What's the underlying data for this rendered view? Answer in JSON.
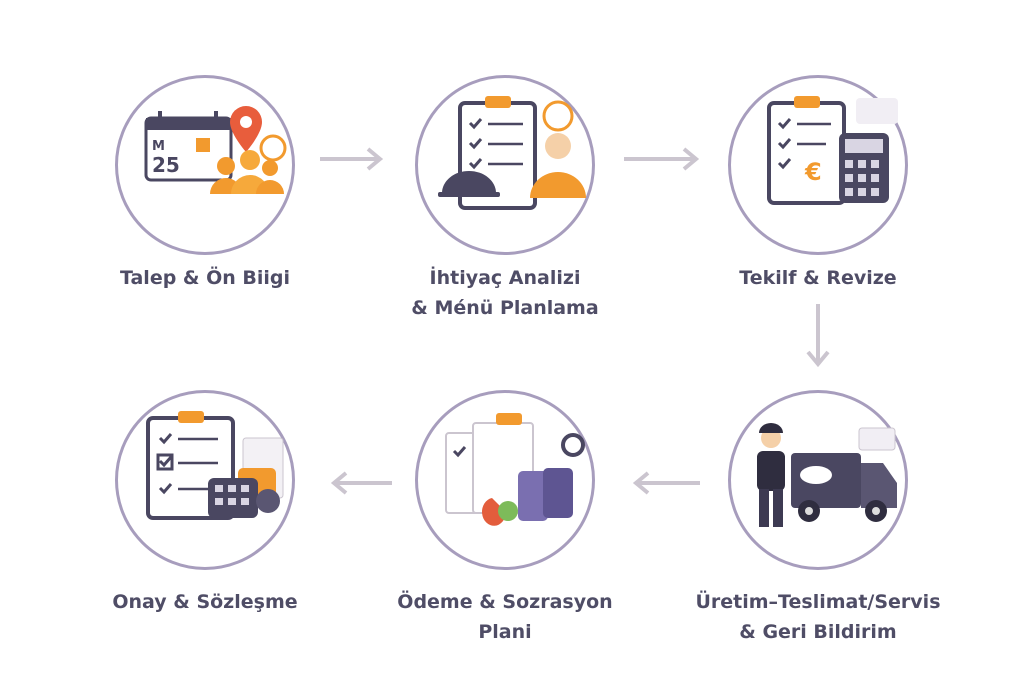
{
  "steps": [
    {
      "label_lines": [
        "Talep & Ön Biigi"
      ],
      "icon": "calendar-location-people-icon",
      "calendar_text": "25",
      "calendar_month": "M"
    },
    {
      "label_lines": [
        "İhtiyaç Analizi",
        "& Ménü Planlama"
      ],
      "icon": "checklist-chef-icon"
    },
    {
      "label_lines": [
        "Tekilf & Revize"
      ],
      "icon": "checklist-calculator-icon",
      "currency": "€"
    },
    {
      "label_lines": [
        "Üretim–Teslimat/Servis",
        "& Geri Bildirim"
      ],
      "icon": "delivery-truck-icon"
    },
    {
      "label_lines": [
        "Ödeme & Sozrasyon",
        "Plani"
      ],
      "icon": "documents-payment-icon"
    },
    {
      "label_lines": [
        "Onay & Sözleşme"
      ],
      "icon": "contract-approval-icon"
    }
  ],
  "colors": {
    "circle": "#a79dbd",
    "arrow": "#cbc5cf",
    "text": "#4f4d66",
    "accent": "#f29a2e",
    "dark": "#4a4761"
  }
}
